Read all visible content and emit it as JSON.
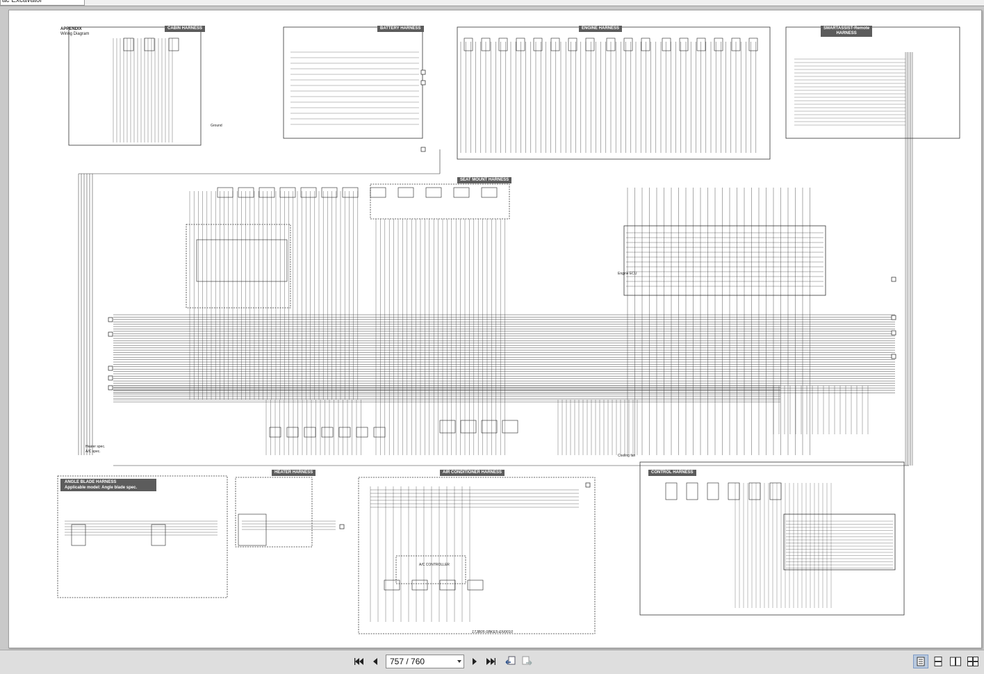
{
  "window": {
    "tab_title": "ac Excavator"
  },
  "document": {
    "appendix_title": "APPENDIX",
    "diagram_title": "Wiring Diagram",
    "code_ref": "17JB05 0BKE5-EN0010",
    "sections": {
      "cabin": "CABIN HARNESS",
      "battery": "BATTERY HARNESS",
      "engine": "ENGINE HARNESS",
      "smartassist_line1": "SMARTASSIST-Remote",
      "smartassist_line2": "HARNESS",
      "seat_mount": "SEAT MOUNT HARNESS",
      "angle_blade": "ANGLE BLADE HARNESS",
      "angle_blade_note": "Applicable model: Angle blade spec.",
      "heater": "HEATER HARNESS",
      "air_conditioner": "AIR CONDITIONER HARNESS",
      "control": "CONTROL HARNESS"
    },
    "labels": {
      "heater_spec": "Heater spec.",
      "ac_spec": "A/C spec.",
      "ground": "Ground",
      "engine_ecu": "Engine ECU",
      "ac_controller": "A/C CONTROLLER",
      "cooling_fan": "Cooling fan"
    }
  },
  "toolbar": {
    "page_display": "757 / 760",
    "icons": {
      "first": "first-page-icon",
      "prev": "previous-page-icon",
      "next": "next-page-icon",
      "last": "last-page-icon",
      "page_down": "page-select-dropdown-icon",
      "go_back": "go-back-icon",
      "go_forward": "go-forward-icon",
      "single": "single-page-view-icon",
      "continuous": "continuous-view-icon",
      "facing": "facing-view-icon",
      "continuous_facing": "continuous-facing-view-icon"
    },
    "colors": {
      "background": "#dedede",
      "active_view": "#b9c9de"
    }
  }
}
